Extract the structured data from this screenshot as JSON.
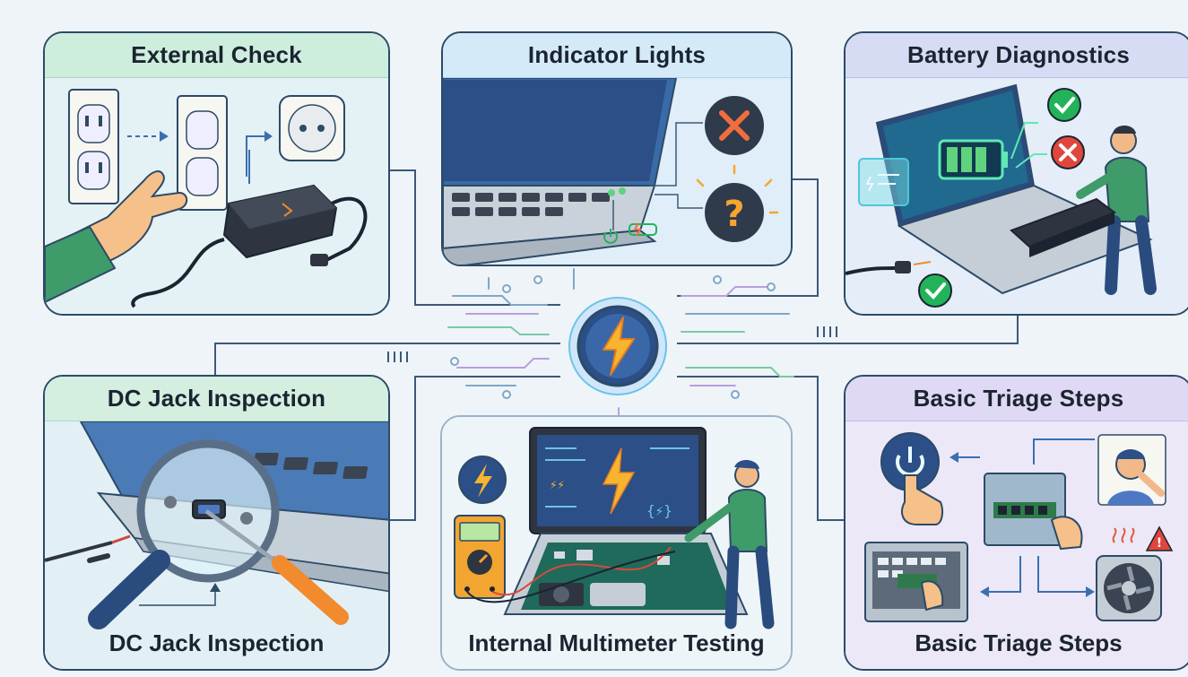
{
  "panels": {
    "external_check": {
      "title": "External Check"
    },
    "indicator_lights": {
      "title": "Indicator Lights"
    },
    "battery_diagnostics": {
      "title": "Battery Diagnostics"
    },
    "dc_jack": {
      "title": "DC Jack Inspection",
      "caption": "DC Jack Inspection"
    },
    "multimeter": {
      "caption": "Internal Multimeter Testing"
    },
    "triage": {
      "title": "Basic Triage Steps",
      "caption": "Basic Triage Steps"
    }
  },
  "hub": {
    "icon": "lightning-bolt-icon"
  },
  "colors": {
    "border": "#2d4a66",
    "green_header": "#cdeedd",
    "blue_header": "#d5eaf8",
    "indigo_header": "#d7dcf5",
    "purple_header": "#e0d9f5",
    "accent_orange": "#f5a623",
    "ok_green": "#22b35a",
    "error_red": "#e0463c"
  }
}
